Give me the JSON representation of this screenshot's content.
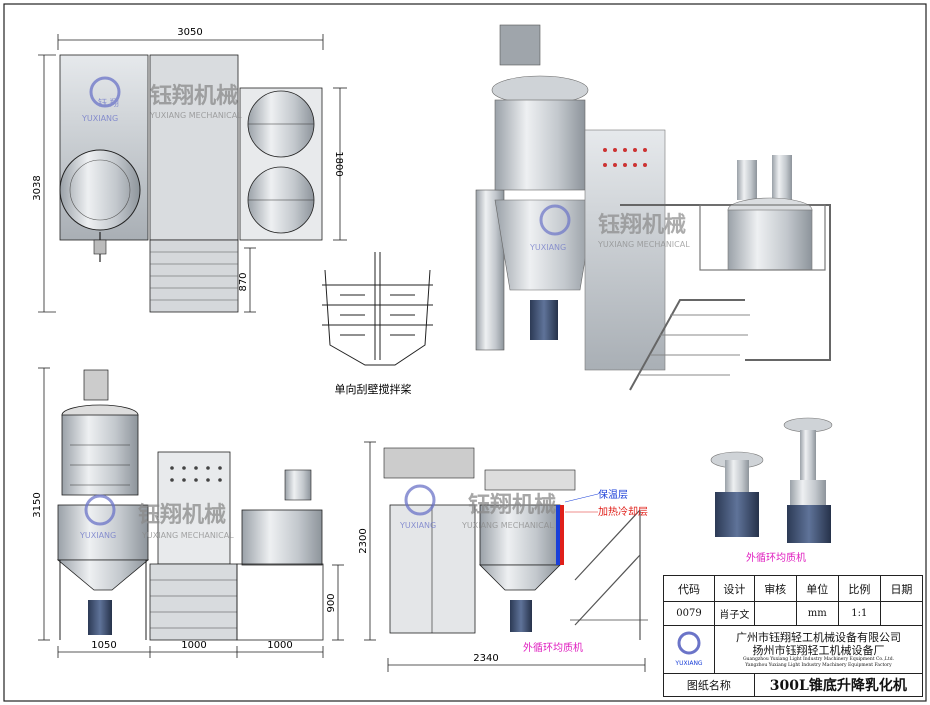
{
  "dimensions": {
    "top_width": "3050",
    "top_height": "3038",
    "top_right_height": "1800",
    "top_stair": "870",
    "front_height": "3150",
    "front_base": "900",
    "front_w1": "1050",
    "front_w2": "1000",
    "front_w3": "1000",
    "side_height": "2300",
    "side_width": "2340"
  },
  "watermark": {
    "cn": "钰翔机械",
    "en": "YUXIANG MECHANICAL",
    "brand": "YUXIANG",
    "logo_cn": "钰 翔"
  },
  "labels": {
    "paddle_caption": "单向刮壁搅拌桨",
    "insulation_layer": "保温层",
    "heating_cooling_layer": "加热冷却层",
    "side_homogenizer": "外循环均质机",
    "homogenizer_caption": "外循环均质机"
  },
  "title_block": {
    "headers": [
      "代码",
      "设计",
      "审核",
      "单位",
      "比例",
      "日期"
    ],
    "values": [
      "0079",
      "肖子文",
      "",
      "mm",
      "1:1",
      ""
    ],
    "company_cn_1": "广州市钰翔轻工机械设备有限公司",
    "company_cn_2": "扬州市钰翔轻工机械设备厂",
    "company_en_1": "Guangzhou Yuxiang Light Industry Machinery Equipment Co.,Ltd.",
    "company_en_2": "Yangzhou Yuxiang Light Industry Machinery Equipment Factory",
    "drawing_name_label": "图纸名称",
    "drawing_name": "300L锥底升降乳化机"
  },
  "colors": {
    "line": "#222222",
    "metal": "#c8ccd0",
    "motor": "#3d4f6e",
    "label_blue": "#1a3fd8",
    "label_red": "#e0201a",
    "label_pink": "#e020c0",
    "watermark": "#6b74c8"
  }
}
